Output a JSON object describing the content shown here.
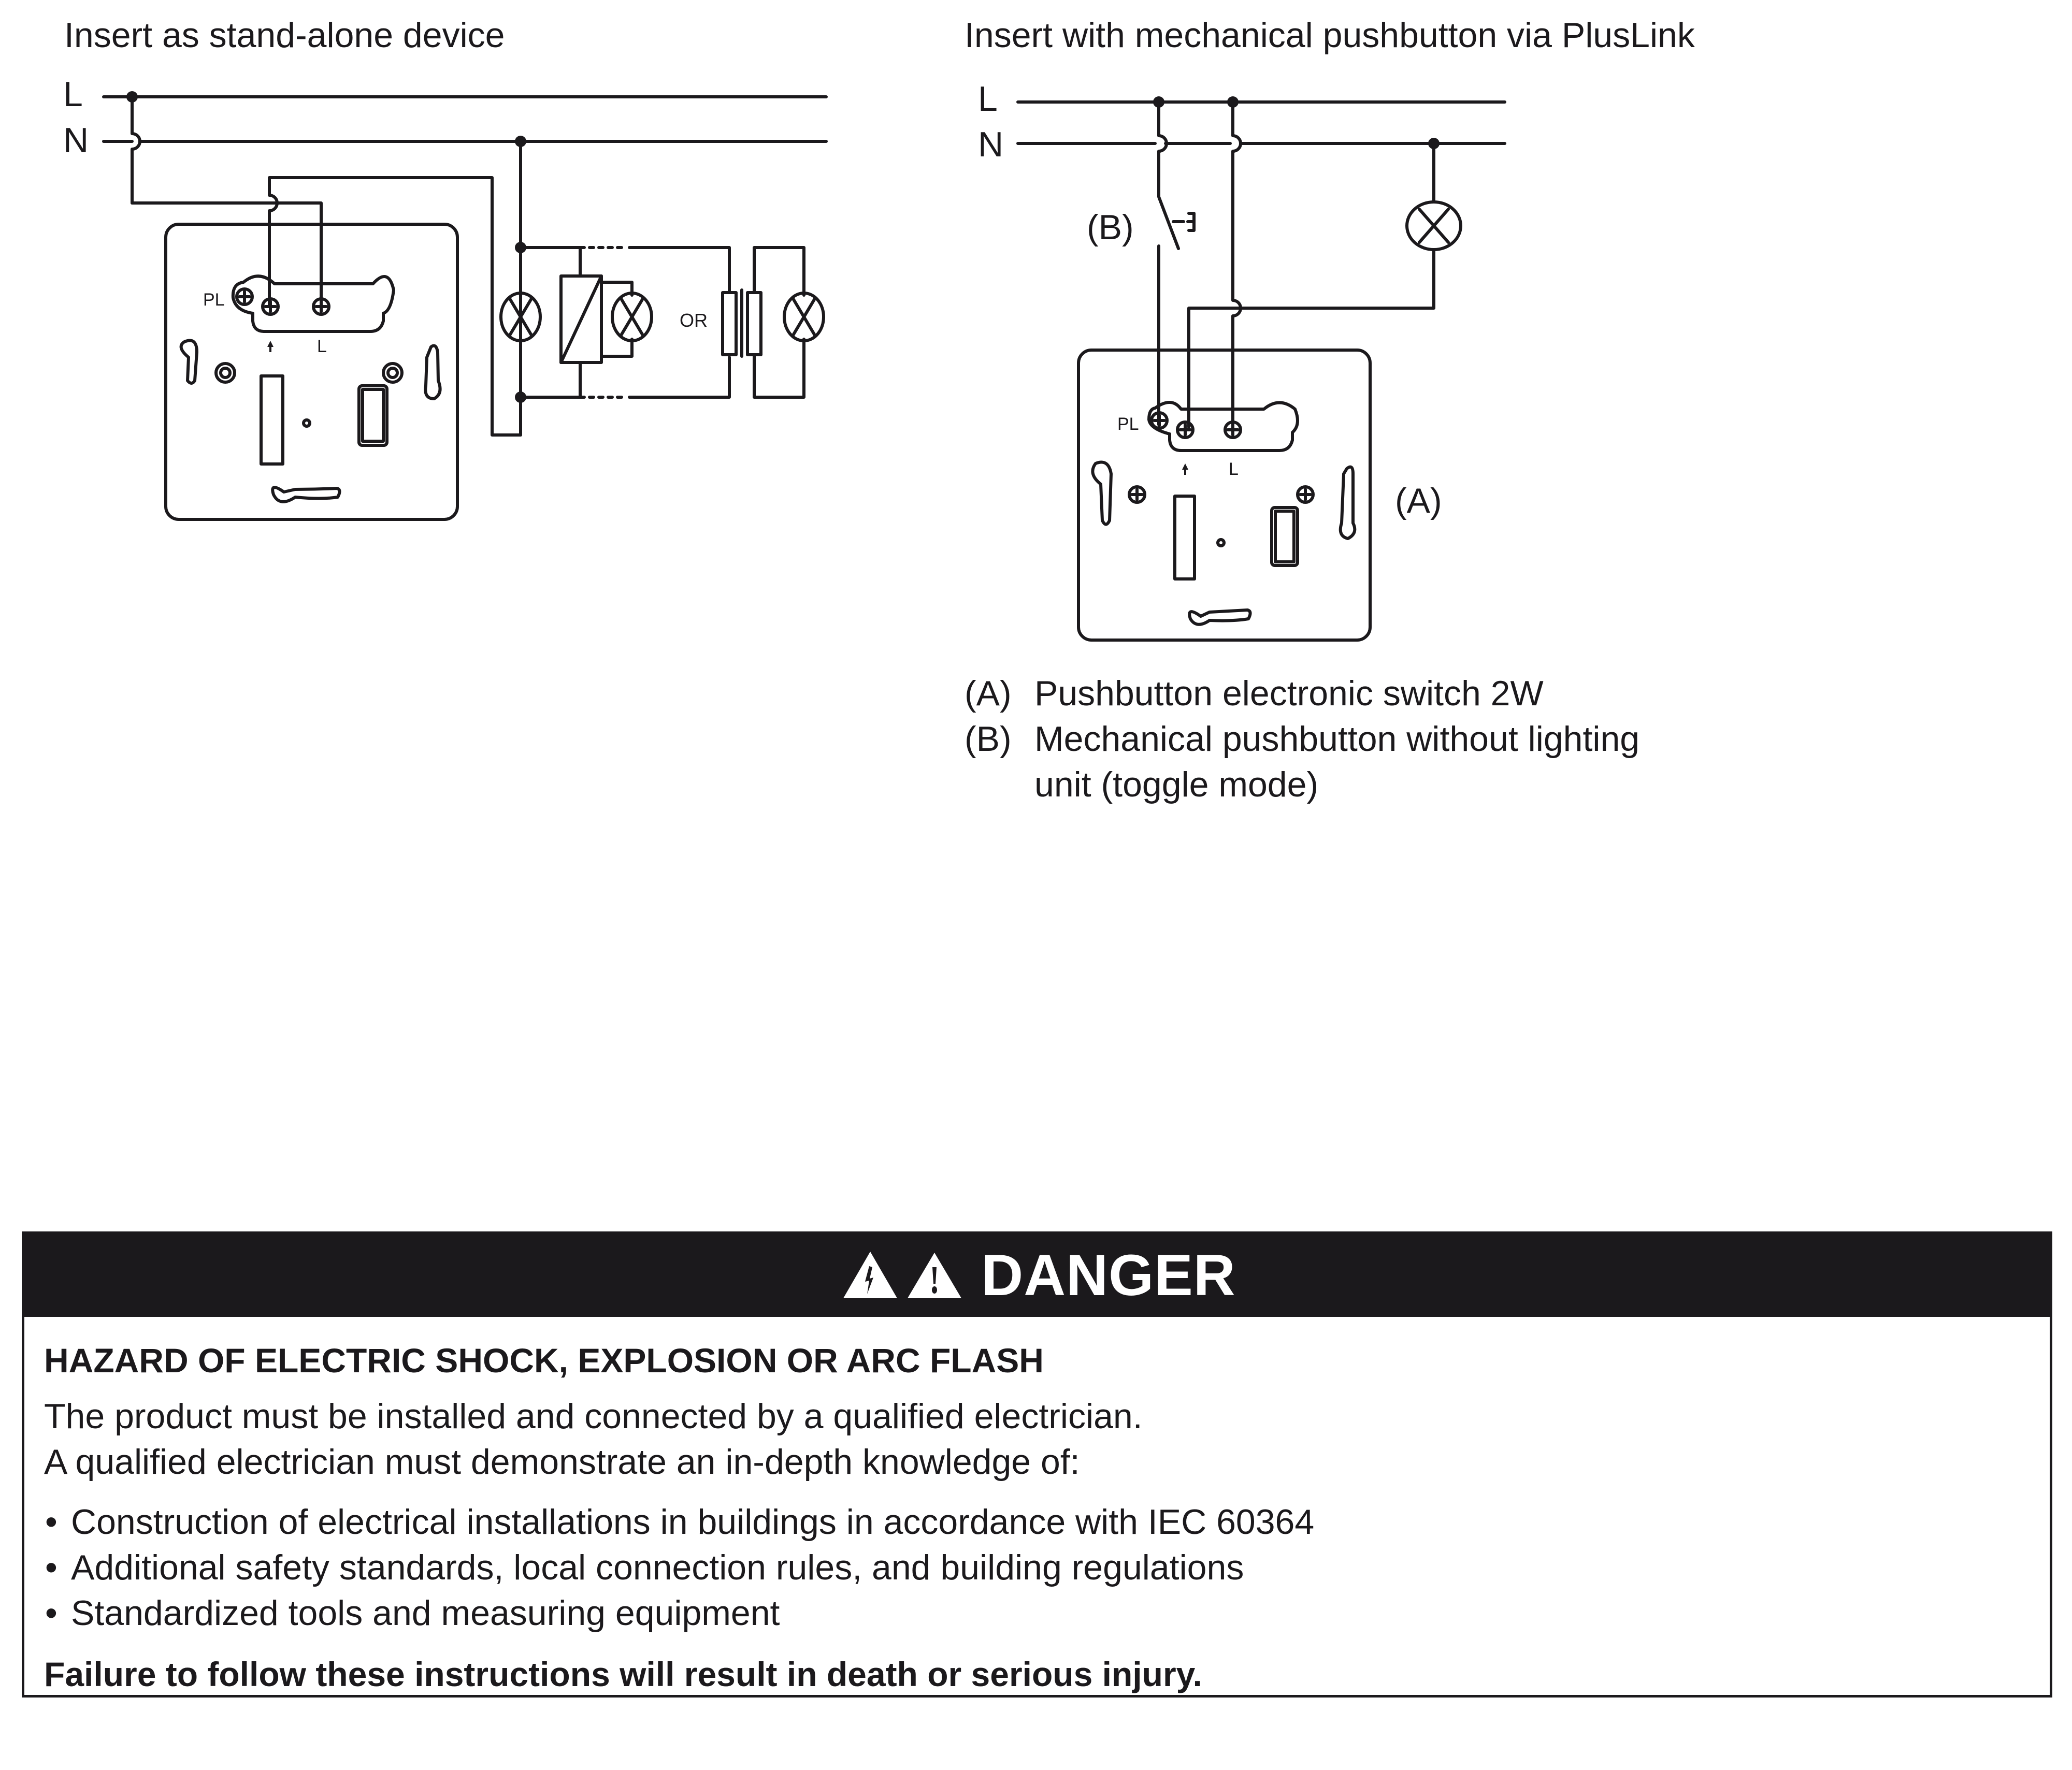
{
  "left_diagram": {
    "title": "Insert as stand-alone device",
    "bus_labels": {
      "line": "L",
      "neutral": "N"
    },
    "terminal_labels": {
      "pluslink": "PL",
      "line": "L"
    },
    "or_label": "OR",
    "loads": [
      "lamp",
      "relay-with-lamp",
      "transformer-with-lamp"
    ]
  },
  "right_diagram": {
    "title": "Insert with mechanical pushbutton via PlusLink",
    "bus_labels": {
      "line": "L",
      "neutral": "N"
    },
    "terminal_labels": {
      "pluslink": "PL",
      "line": "L"
    },
    "callout_a": "(A)",
    "callout_b": "(B)"
  },
  "legend": [
    {
      "key": "(A)",
      "text": "Pushbutton electronic switch 2W"
    },
    {
      "key": "(B)",
      "text": "Mechanical pushbutton without lighting",
      "text2": "unit (toggle mode)"
    }
  ],
  "danger": {
    "header": "DANGER",
    "icons": [
      "electric-shock-warning-icon",
      "general-warning-icon"
    ],
    "hazard_title": "HAZARD OF ELECTRIC SHOCK, EXPLOSION OR ARC FLASH",
    "intro_line1": "The product must be installed and connected by a qualified electrician.",
    "intro_line2": "A qualified electrician must demonstrate an in-depth knowledge of:",
    "bullets": [
      "Construction of electrical installations in buildings in accordance with IEC 60364",
      "Additional safety standards, local connection rules, and building regulations",
      "Standardized tools and measuring equipment"
    ],
    "bullet_char": "•",
    "consequence": "Failure to follow these instructions will result in death or serious injury.",
    "colors": {
      "header_bg": "#1b191c",
      "header_text": "#ffffff",
      "border": "#1b191c"
    }
  }
}
